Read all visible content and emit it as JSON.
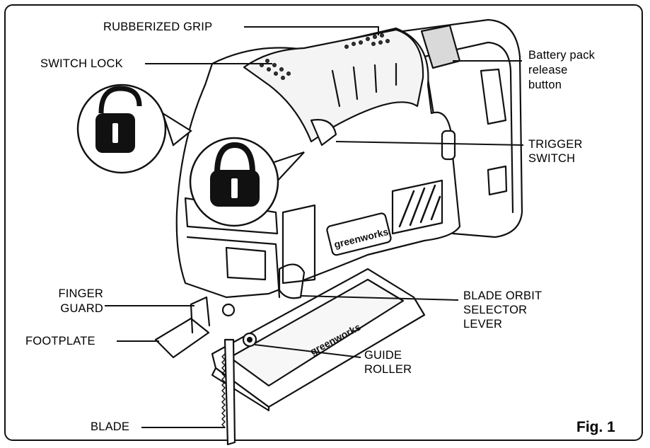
{
  "labels": {
    "rubberized_grip": "RUBBERIZED GRIP",
    "switch_lock": "SWITCH LOCK",
    "battery_release": "Battery pack\nrelease\nbutton",
    "trigger_switch": "TRIGGER\nSWITCH",
    "finger_guard": "FINGER\nGUARD",
    "footplate": "FOOTPLATE",
    "blade_orbit": "BLADE ORBIT\nSELECTOR\nLEVER",
    "guide_roller": "GUIDE\nROLLER",
    "blade": "BLADE"
  },
  "brand_text": "greenworks",
  "figure_caption": "Fig. 1",
  "icons": [
    "unlocked-padlock-icon",
    "locked-padlock-icon"
  ],
  "colors": {
    "ink": "#111111",
    "fill": "#ffffff",
    "shade": "#d9d9d9"
  }
}
